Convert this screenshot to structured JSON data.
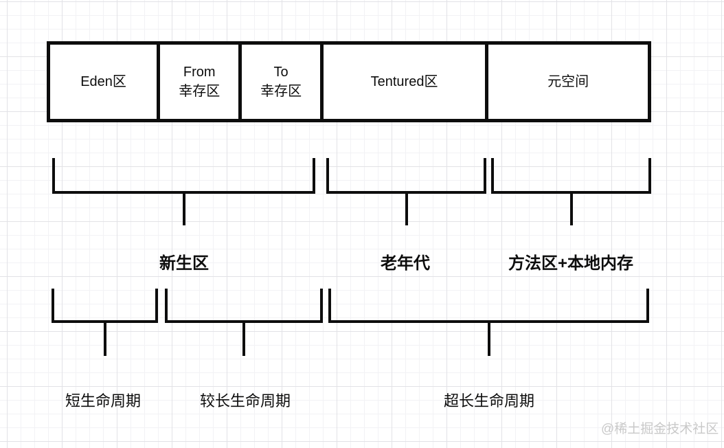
{
  "boxes": [
    {
      "label": "Eden区"
    },
    {
      "label": "From\n幸存区"
    },
    {
      "label": "To\n幸存区"
    },
    {
      "label": "Tentured区"
    },
    {
      "label": "元空间"
    }
  ],
  "generation_labels": [
    {
      "text": "新生区"
    },
    {
      "text": "老年代"
    },
    {
      "text": "方法区+本地内存"
    }
  ],
  "lifecycle_labels": [
    {
      "text": "短生命周期"
    },
    {
      "text": "较长生命周期"
    },
    {
      "text": "超长生命周期"
    }
  ],
  "watermark": {
    "text": "@稀土掘金技术社区"
  },
  "colors": {
    "stroke": "#0d0d0d",
    "background": "#ffffff",
    "grid_minor": "#f2f2f5",
    "grid_major": "#e2e2e6",
    "watermark": "#c9c9c9"
  }
}
